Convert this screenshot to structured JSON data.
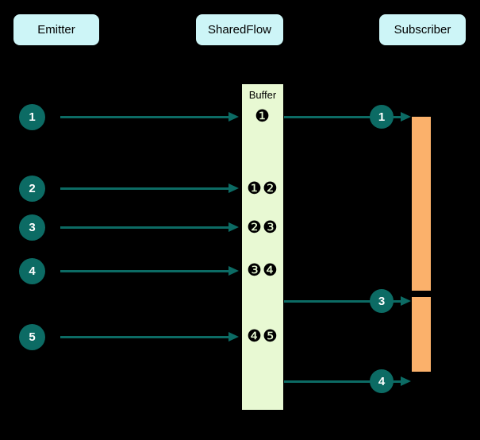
{
  "headers": {
    "emitter": "Emitter",
    "sharedflow": "SharedFlow",
    "subscriber": "Subscriber"
  },
  "buffer": {
    "label": "Buffer",
    "states": [
      "❶",
      "❶❷",
      "❷❸",
      "❸❹",
      "❹❺"
    ]
  },
  "emissions": [
    {
      "label": "1"
    },
    {
      "label": "2"
    },
    {
      "label": "3"
    },
    {
      "label": "4"
    },
    {
      "label": "5"
    }
  ],
  "deliveries": [
    {
      "label": "1"
    },
    {
      "label": "3"
    },
    {
      "label": "4"
    }
  ],
  "colors": {
    "background": "#000000",
    "header_fill": "#CDF5F7",
    "buffer_fill": "#E8F9D3",
    "teal_accent": "#0C6B64",
    "subscriber_bar": "#FBB16B",
    "circle_text": "#FFFFFF",
    "diagram_text": "#000000"
  }
}
